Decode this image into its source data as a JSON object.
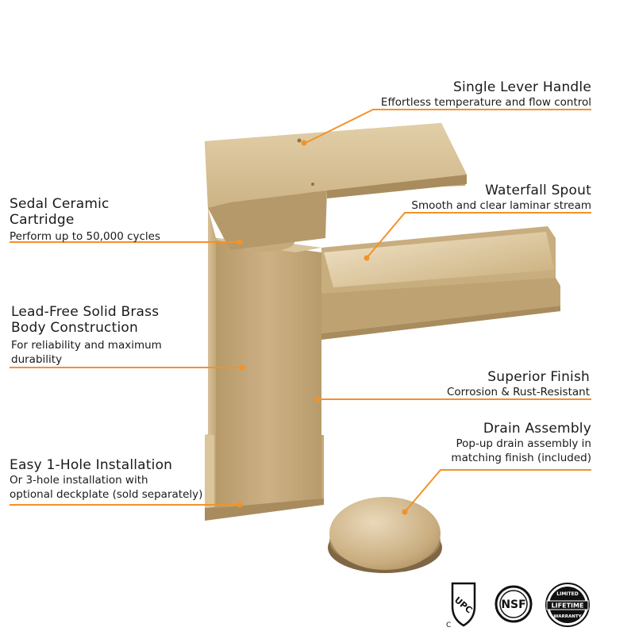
{
  "features": {
    "lever": {
      "title": "Single Lever Handle",
      "desc": "Effortless temperature and flow control"
    },
    "spout": {
      "title": "Waterfall Spout",
      "desc": "Smooth and clear laminar stream"
    },
    "cartridge": {
      "title_line1": "Sedal Ceramic",
      "title_line2": "Cartridge",
      "desc": "Perform up to 50,000 cycles"
    },
    "brass": {
      "title_line1": "Lead-Free Solid Brass",
      "title_line2": "Body Construction",
      "desc_line1": "For reliability and maximum",
      "desc_line2": "durability"
    },
    "finish": {
      "title": "Superior Finish",
      "desc": "Corrosion & Rust-Resistant"
    },
    "drain": {
      "title": "Drain Assembly",
      "desc_line1": "Pop-up drain assembly in",
      "desc_line2": "matching finish (included)"
    },
    "install": {
      "title": "Easy 1-Hole Installation",
      "desc_line1": "Or 3-hole installation with",
      "desc_line2": "optional deckplate (sold separately)"
    }
  },
  "certifications": {
    "upc_label": "UPC",
    "upc_c": "C",
    "nsf_label": "NSF",
    "lifetime_top": "LIMITED",
    "lifetime_mid": "LIFETIME",
    "lifetime_bottom": "WARRANTY"
  },
  "colors": {
    "accent": "#f2922a",
    "gold": "#c9ac7c",
    "gold_dark": "#a88c5e",
    "gold_light": "#e6d3ad"
  }
}
